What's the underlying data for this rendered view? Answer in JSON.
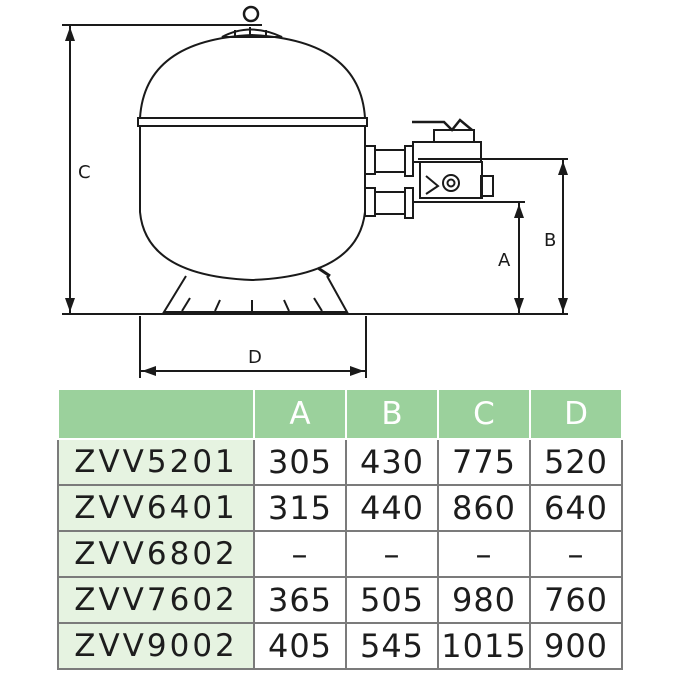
{
  "diagram": {
    "dimension_labels": {
      "c": "C",
      "a": "A",
      "b": "B",
      "d": "D"
    }
  },
  "table": {
    "header_blank": "",
    "columns": [
      "A",
      "B",
      "C",
      "D"
    ],
    "rows": [
      {
        "model": "ZVV5201",
        "values": [
          "305",
          "430",
          "775",
          "520"
        ]
      },
      {
        "model": "ZVV6401",
        "values": [
          "315",
          "440",
          "860",
          "640"
        ]
      },
      {
        "model": "ZVV6802",
        "values": [
          "–",
          "–",
          "–",
          "–"
        ]
      },
      {
        "model": "ZVV7602",
        "values": [
          "365",
          "505",
          "980",
          "760"
        ]
      },
      {
        "model": "ZVV9002",
        "values": [
          "405",
          "545",
          "1015",
          "900"
        ]
      }
    ]
  },
  "colors": {
    "header_bg": "#9bd19c",
    "model_cell_bg": "#e6f3e1",
    "line": "#1a1a1a"
  }
}
